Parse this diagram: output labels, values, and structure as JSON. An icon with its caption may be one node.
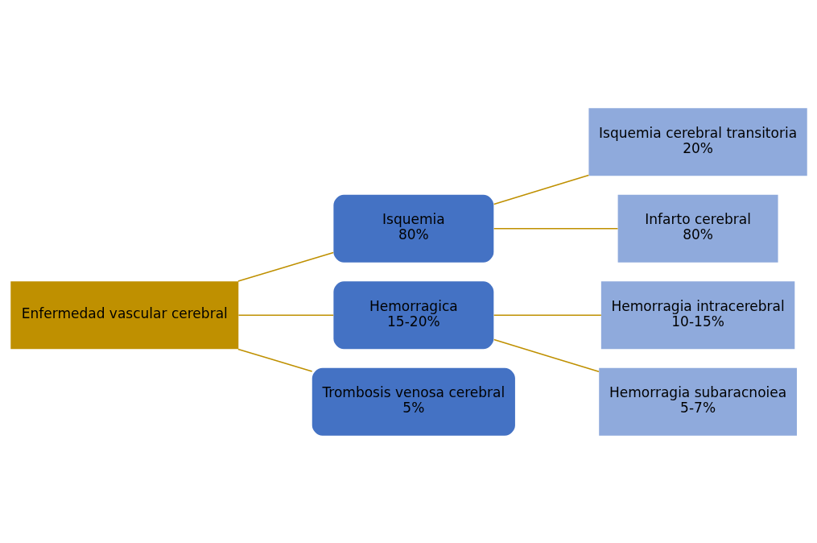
{
  "diagram": {
    "nodes": [
      {
        "text": [
          "Enfermedad vascular cerebral"
        ]
      },
      {
        "text": [
          "Isquemia",
          "80%"
        ]
      },
      {
        "text": [
          "Hemorragica",
          "15-20%"
        ]
      },
      {
        "text": [
          "Trombosis venosa cerebral",
          "5%"
        ]
      },
      {
        "text": [
          "Isquemia cerebral transitoria",
          "20%"
        ]
      },
      {
        "text": [
          "Infarto cerebral",
          "80%"
        ]
      },
      {
        "text": [
          "Hemorragia intracerebral",
          "10-15%"
        ]
      },
      {
        "text": [
          "Hemorragia subaracnoiea",
          "5-7%"
        ]
      }
    ],
    "edges": [
      {
        "from": 0,
        "to": 1,
        "arrow": "none"
      },
      {
        "from": 0,
        "to": 2,
        "arrow": "none"
      },
      {
        "from": 0,
        "to": 3,
        "arrow": "none"
      },
      {
        "from": 1,
        "to": 4,
        "arrow": "none"
      },
      {
        "from": 1,
        "to": 5,
        "arrow": "none"
      },
      {
        "from": 2,
        "to": 6,
        "arrow": "none"
      },
      {
        "from": 2,
        "to": 7,
        "arrow": "none"
      }
    ]
  }
}
